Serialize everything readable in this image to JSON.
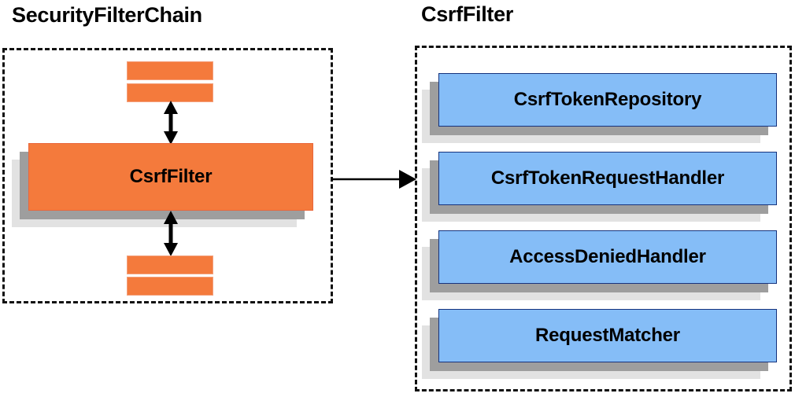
{
  "diagram": {
    "title_left": "SecurityFilterChain",
    "title_right": "CsrfFilter",
    "colors": {
      "orange_fill": "#F47A3C",
      "orange_border": "#E9673C",
      "blue_fill": "#85BDF7",
      "blue_border": "#16337D",
      "shadow_dark": "#9E9E9E",
      "shadow_light": "#E2E2E2",
      "panel_border": "#111111",
      "arrow": "#000000",
      "background": "#FFFFFF"
    }
  },
  "left_panel": {
    "main_box_label": "CsrfFilter",
    "filters_above": [
      {
        "label": ""
      },
      {
        "label": ""
      }
    ],
    "filters_below": [
      {
        "label": ""
      },
      {
        "label": ""
      }
    ]
  },
  "right_panel": {
    "collaborators": [
      {
        "label": "CsrfTokenRepository"
      },
      {
        "label": "CsrfTokenRequestHandler"
      },
      {
        "label": "AccessDeniedHandler"
      },
      {
        "label": "RequestMatcher"
      }
    ]
  },
  "connectors": {
    "top_bidirectional": "double-headed-vertical-arrow",
    "bottom_bidirectional": "double-headed-vertical-arrow",
    "panel_link": "single-headed-horizontal-arrow"
  }
}
